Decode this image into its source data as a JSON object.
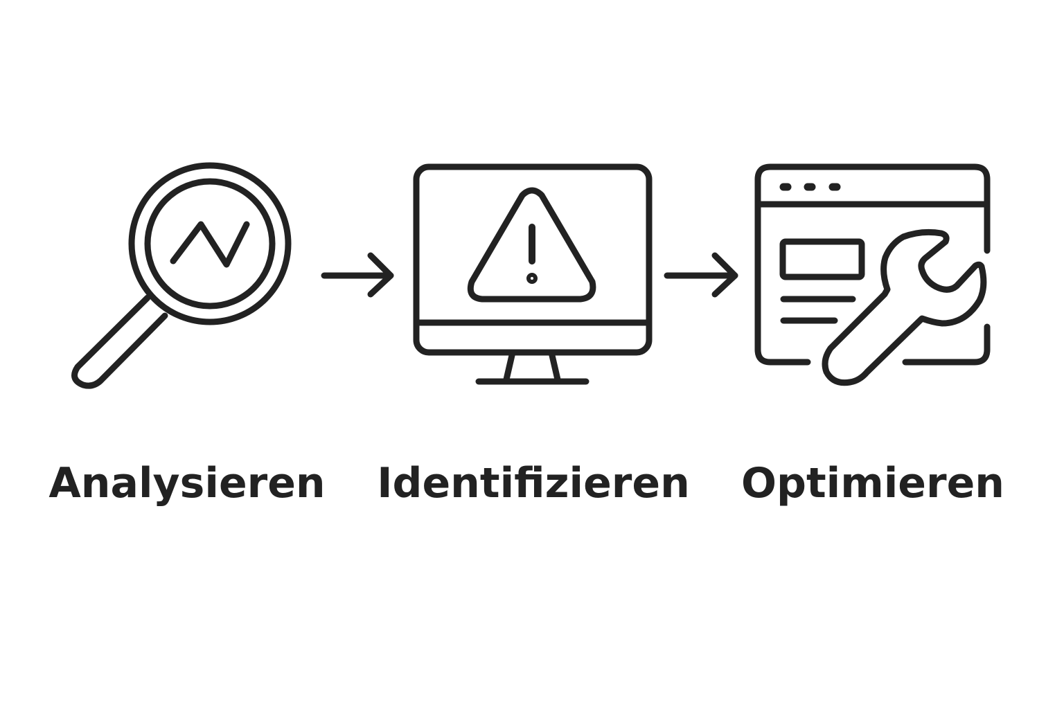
{
  "colors": {
    "background": "#ffffff",
    "ink": "#222222"
  },
  "steps": [
    {
      "label": "Analysieren",
      "icon": "magnifier-trend-icon"
    },
    {
      "label": "Identifizieren",
      "icon": "monitor-warning-icon"
    },
    {
      "label": "Optimieren",
      "icon": "browser-wrench-icon"
    }
  ],
  "connectors": [
    {
      "icon": "arrow-right-icon"
    },
    {
      "icon": "arrow-right-icon"
    }
  ]
}
